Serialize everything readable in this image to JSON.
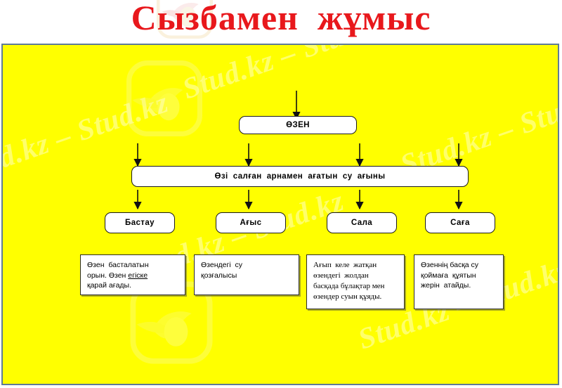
{
  "title": "Сызбамен  жұмыс",
  "colors": {
    "title": "#e8181c",
    "panel_background": "#ffff00",
    "panel_border": "#5f7c96",
    "node_fill": "#ffffff",
    "node_border": "#1a1a1a",
    "page_background": "#ffffff"
  },
  "watermark": {
    "text": "Stud.kz – Stud.kz",
    "logo_name": "stud-kz-logo"
  },
  "diagram": {
    "root": {
      "label": "ӨЗЕН"
    },
    "definition": {
      "label": "Өзі  салған  арнамен  ағатын  су  ағыны"
    },
    "branches": [
      {
        "label": "Бастау",
        "description_before": "Өзен  басталатын\nорын. Өзен ",
        "description_underlined": "егіске",
        "description_after": "\nқарай ағады."
      },
      {
        "label": "Ағыс",
        "description": "Өзендегі  су\nқозғалысы"
      },
      {
        "label": "Сала",
        "description": "Ағып  келе  жатқан\nөзендегі  жолдан\nбасқада бұлақтар мен\nөзендер суын құяды."
      },
      {
        "label": "Саға",
        "description": "Өзеннің басқа су\nқоймаға  құятын\nжерін  атайды."
      }
    ]
  }
}
